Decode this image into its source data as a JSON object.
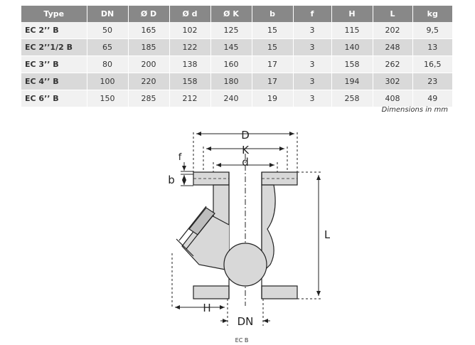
{
  "table": {
    "headers": [
      "Type",
      "DN",
      "Ø D",
      "Ø d",
      "Ø K",
      "b",
      "f",
      "H",
      "L",
      "kg"
    ],
    "rows": [
      [
        "EC 2’’ B",
        "50",
        "165",
        "102",
        "125",
        "15",
        "3",
        "115",
        "202",
        "9,5"
      ],
      [
        "EC 2’’1/2 B",
        "65",
        "185",
        "122",
        "145",
        "15",
        "3",
        "140",
        "248",
        "13"
      ],
      [
        "EC 3’’ B",
        "80",
        "200",
        "138",
        "160",
        "17",
        "3",
        "158",
        "262",
        "16,5"
      ],
      [
        "EC 4’’ B",
        "100",
        "220",
        "158",
        "180",
        "17",
        "3",
        "194",
        "302",
        "23"
      ],
      [
        "EC 6’’ B",
        "150",
        "285",
        "212",
        "240",
        "19",
        "3",
        "258",
        "408",
        "49"
      ]
    ]
  },
  "unit_note": "Dimensions in mm",
  "drawing": {
    "labels": {
      "D": "D",
      "K": "K",
      "d": "d",
      "f": "f",
      "b": "b",
      "L": "L",
      "H": "H",
      "DN": "DN"
    }
  },
  "caption": "EC B",
  "colors": {
    "header_bg": "#888888",
    "row_light": "#f1f1f1",
    "row_dark": "#d9d9d9",
    "body_fill": "#d8d8d8"
  }
}
